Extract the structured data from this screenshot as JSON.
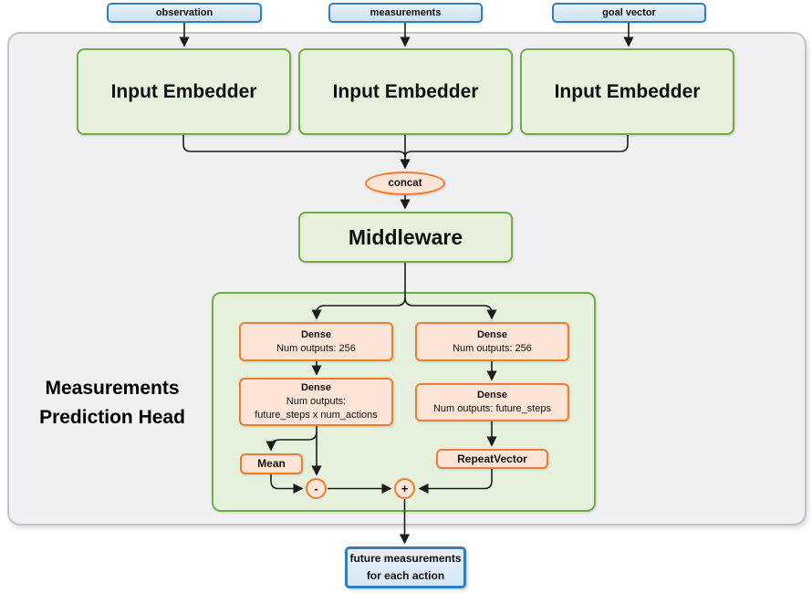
{
  "diagram": {
    "inputs": [
      "observation",
      "measurements",
      "goal vector"
    ],
    "embedders": [
      "Input Embedder",
      "Input Embedder",
      "Input Embedder"
    ],
    "concat_label": "concat",
    "middleware_label": "Middleware",
    "head": {
      "title_line1": "Measurements",
      "title_line2": "Prediction Head",
      "left_branch": {
        "dense1": {
          "name": "Dense",
          "outputs": "Num outputs: 256"
        },
        "dense2": {
          "name": "Dense",
          "outputs_line1": "Num outputs:",
          "outputs_line2": "future_steps x num_actions"
        },
        "mean_label": "Mean",
        "minus_label": "-"
      },
      "right_branch": {
        "dense1": {
          "name": "Dense",
          "outputs": "Num outputs: 256"
        },
        "dense2": {
          "name": "Dense",
          "outputs": "Num outputs: future_steps"
        },
        "repeat_label": "RepeatVector",
        "plus_label": "+"
      }
    },
    "output": {
      "line1": "future measurements",
      "line2": "for each action"
    },
    "colors": {
      "green_border": "#70ad47",
      "green_fill": "#e7f1de",
      "orange_border": "#ed7d31",
      "orange_fill": "#fce5d6",
      "blue_border": "#2e7fc2",
      "blue_fill": "#dcebf8",
      "panel_fill": "#f0eff1",
      "panel_border": "#c3c2c4",
      "wire_color": "#1c1c1c"
    }
  }
}
